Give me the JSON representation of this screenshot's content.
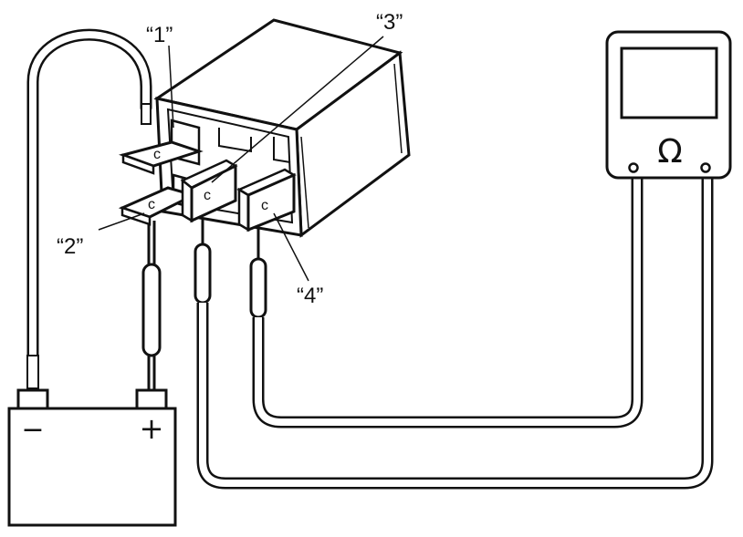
{
  "relay": {
    "terminal_labels": {
      "t1": "“1”",
      "t2": "“2”",
      "t3": "“3”",
      "t4": "“4”"
    },
    "tab_glyph": "c"
  },
  "battery": {
    "negative_symbol": "−",
    "positive_symbol": "+"
  },
  "ohmmeter": {
    "unit_symbol": "Ω"
  },
  "colors": {
    "line": "#111111",
    "background": "#ffffff"
  }
}
